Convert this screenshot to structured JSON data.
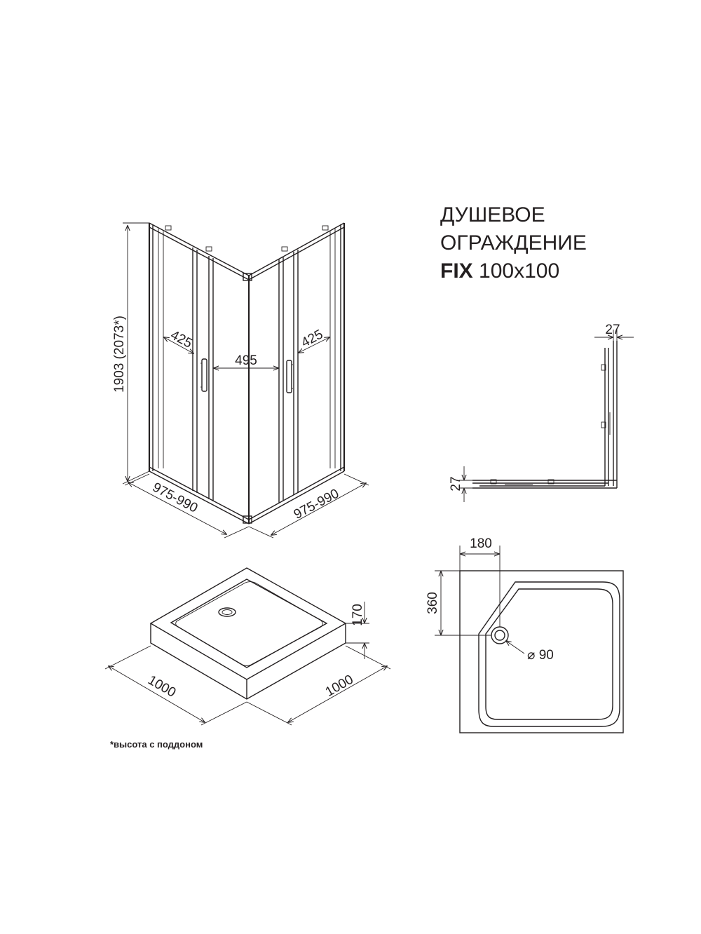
{
  "title": {
    "line1": "ДУШЕВОЕ",
    "line2": "ОГРАЖДЕНИЕ",
    "model_bold": "FIX",
    "model_size": "100x100"
  },
  "enclosure": {
    "height": "1903 (2073*)",
    "left_panel_width": "425",
    "entrance_width": "495",
    "right_panel_width": "425",
    "left_side": "975-990",
    "right_side": "975-990"
  },
  "plan_view": {
    "profile_top": "27",
    "profile_left": "27"
  },
  "tray": {
    "height": "170",
    "left_side": "1000",
    "right_side": "1000"
  },
  "tray_plan": {
    "drain_offset_x": "180",
    "drain_offset_y": "360",
    "drain_diameter": "⌀ 90"
  },
  "footnote": "*высота с поддоном",
  "colors": {
    "line": "#231f20",
    "background": "#ffffff"
  }
}
